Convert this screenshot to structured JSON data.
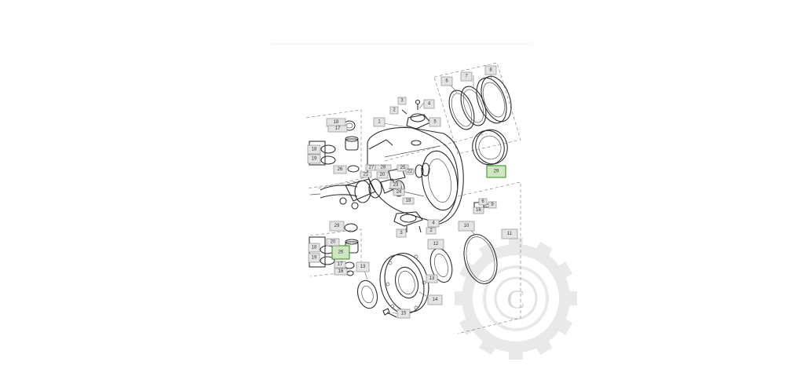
{
  "diagram": {
    "highlight_color": "#cfe6c2",
    "callout_color": "#e4e4e4",
    "watermark_letter": "C",
    "callouts": [
      {
        "id": "c1",
        "label": "1",
        "hl": false
      },
      {
        "id": "c2",
        "label": "2",
        "hl": false
      },
      {
        "id": "c3",
        "label": "3",
        "hl": false
      },
      {
        "id": "c4",
        "label": "4",
        "hl": false
      },
      {
        "id": "c5",
        "label": "5",
        "hl": false
      },
      {
        "id": "c6",
        "label": "6",
        "hl": false
      },
      {
        "id": "c7",
        "label": "7",
        "hl": false
      },
      {
        "id": "c8",
        "label": "8",
        "hl": false
      },
      {
        "id": "c9",
        "label": "9",
        "hl": false
      },
      {
        "id": "c10",
        "label": "29",
        "hl": true
      },
      {
        "id": "c11",
        "label": "6",
        "hl": false
      },
      {
        "id": "c12",
        "label": "16",
        "hl": false
      },
      {
        "id": "c13",
        "label": "10",
        "hl": false
      },
      {
        "id": "c14",
        "label": "11",
        "hl": false
      },
      {
        "id": "c15",
        "label": "12",
        "hl": false
      },
      {
        "id": "c16",
        "label": "13",
        "hl": false
      },
      {
        "id": "c17",
        "label": "14",
        "hl": false
      },
      {
        "id": "c18",
        "label": "15",
        "hl": false
      },
      {
        "id": "c19",
        "label": "3",
        "hl": false
      },
      {
        "id": "c20",
        "label": "4",
        "hl": false
      },
      {
        "id": "c21",
        "label": "2",
        "hl": false
      },
      {
        "id": "c22",
        "label": "18",
        "hl": false
      },
      {
        "id": "c23",
        "label": "17",
        "hl": false
      },
      {
        "id": "c24",
        "label": "18",
        "hl": false
      },
      {
        "id": "c25",
        "label": "19",
        "hl": false
      },
      {
        "id": "c26",
        "label": "26",
        "hl": false
      },
      {
        "id": "c27",
        "label": "27",
        "hl": false
      },
      {
        "id": "c28",
        "label": "28",
        "hl": false
      },
      {
        "id": "c29",
        "label": "25",
        "hl": false
      },
      {
        "id": "c30",
        "label": "22",
        "hl": false
      },
      {
        "id": "c31",
        "label": "21",
        "hl": false
      },
      {
        "id": "c32",
        "label": "20",
        "hl": false
      },
      {
        "id": "c33",
        "label": "23",
        "hl": false
      },
      {
        "id": "c34",
        "label": "24",
        "hl": false
      },
      {
        "id": "c35",
        "label": "29",
        "hl": false
      },
      {
        "id": "c36",
        "label": "18",
        "hl": false
      },
      {
        "id": "c37",
        "label": "19",
        "hl": false
      },
      {
        "id": "c38",
        "label": "26",
        "hl": true
      },
      {
        "id": "c39",
        "label": "17",
        "hl": false
      },
      {
        "id": "c40",
        "label": "16",
        "hl": false
      },
      {
        "id": "c41",
        "label": "13",
        "hl": false
      },
      {
        "id": "c42",
        "label": "20",
        "hl": false
      },
      {
        "id": "c43",
        "label": "19",
        "hl": false
      }
    ]
  }
}
